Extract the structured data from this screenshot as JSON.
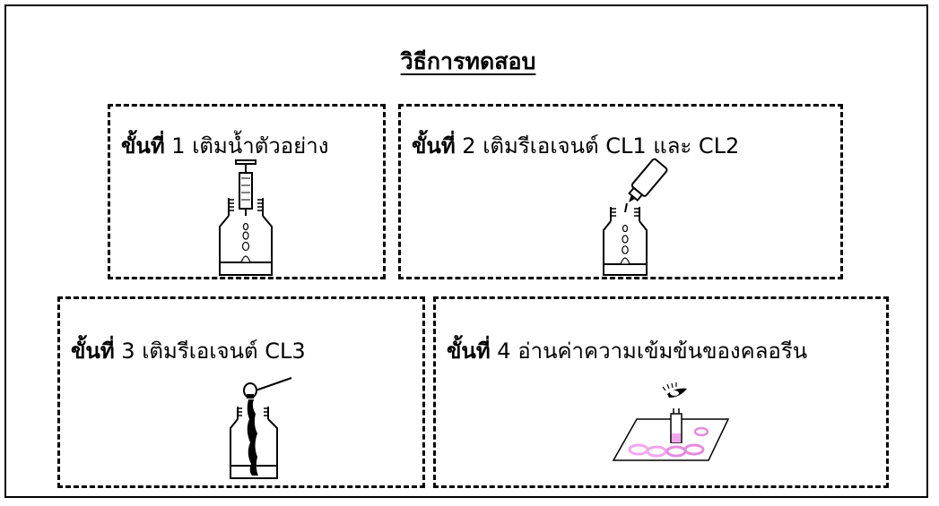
{
  "title": "วิธีการทดสอบ",
  "steps": [
    {
      "prefix": "ขั้นที่",
      "number": "1",
      "text": "เติมน้ำตัวอย่าง",
      "icon": "syringe-bottle-icon"
    },
    {
      "prefix": "ขั้นที่",
      "number": "2",
      "text": "เติมรีเอเจนต์ CL1 และ CL2",
      "icon": "reagent-dropper-bottle-icon"
    },
    {
      "prefix": "ขั้นที่",
      "number": "3",
      "text": "เติมรีเอเจนต์ CL3",
      "icon": "spoon-powder-bottle-icon"
    },
    {
      "prefix": "ขั้นที่",
      "number": "4",
      "text": "อ่านค่าความเข้มข้นของคลอรีน",
      "icon": "color-comparator-icon"
    }
  ],
  "colors": {
    "sample_pink": "#f3a6ef",
    "pink_ring": "#e58be0"
  }
}
